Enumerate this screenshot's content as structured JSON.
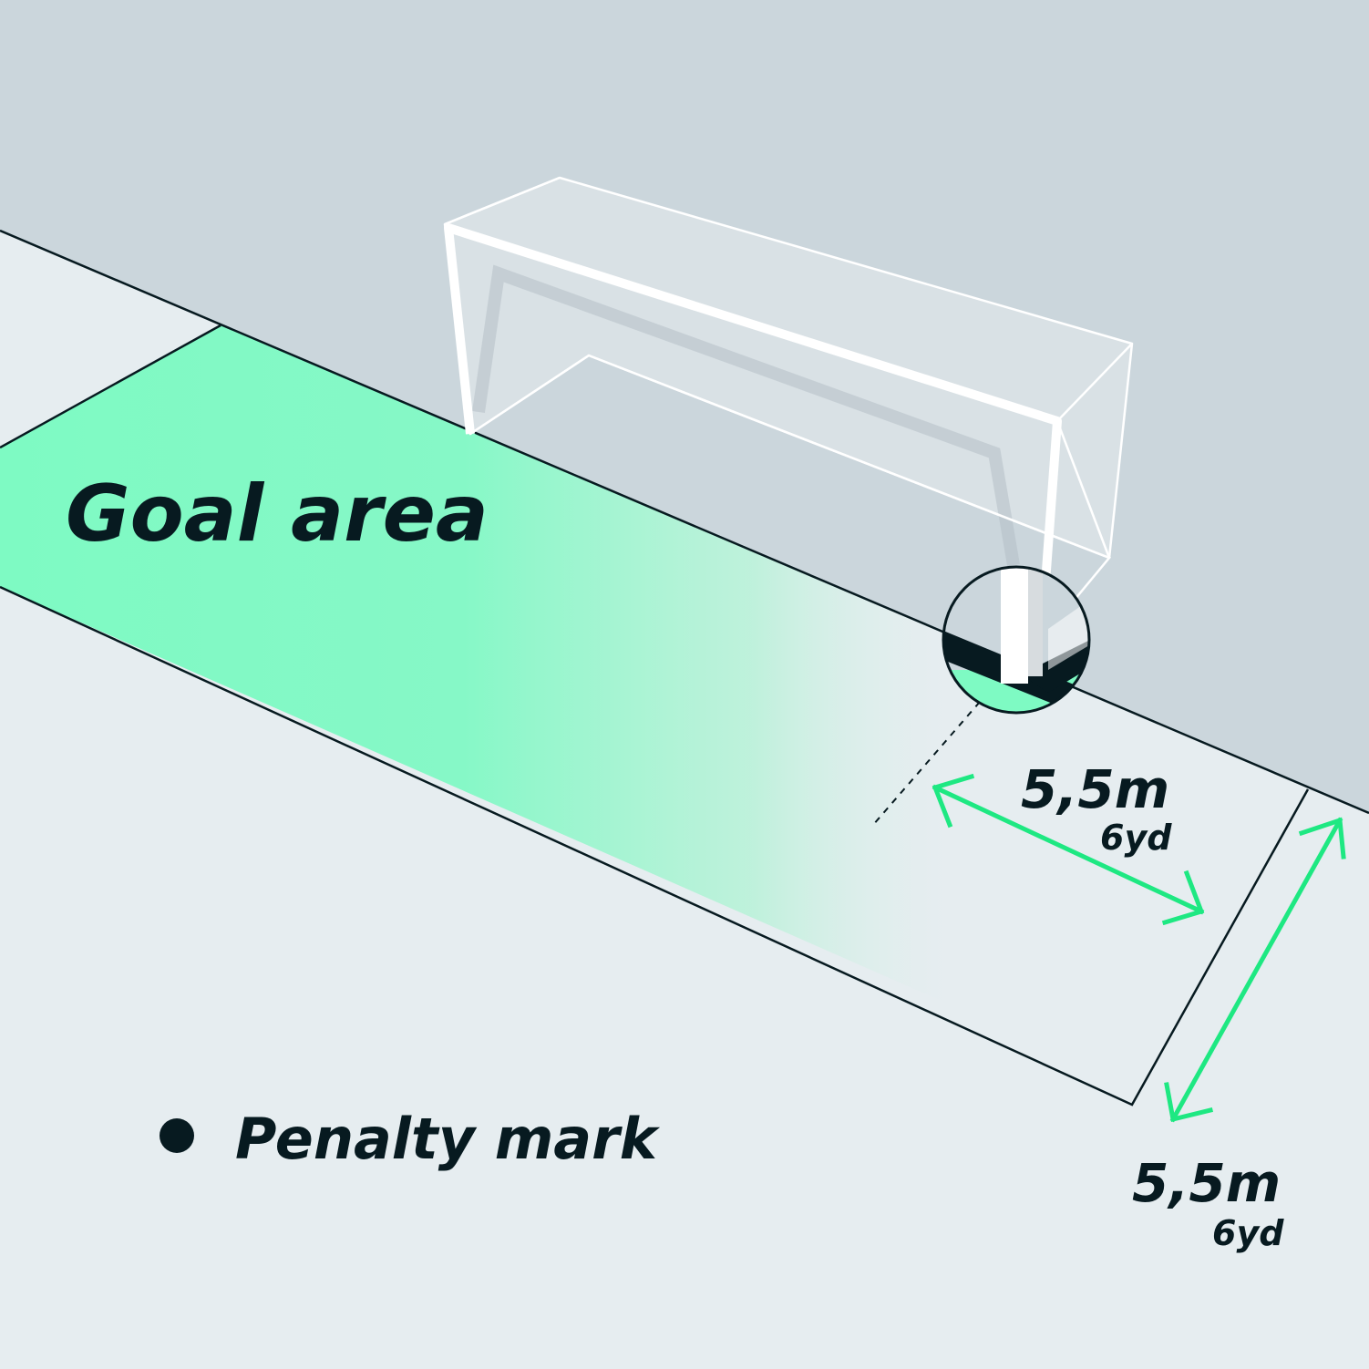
{
  "title": "Goal area",
  "legend": {
    "penalty_mark": "Penalty mark"
  },
  "dimensions": {
    "depth": {
      "metric": "5,5m",
      "imperial": "6yd"
    },
    "width_extension": {
      "metric": "5,5m",
      "imperial": "6yd"
    }
  },
  "colors": {
    "wall": "#cbd6dc",
    "field": "#e6edf0",
    "goal_area": "#7efac3",
    "arrow": "#1ee882",
    "line": "#071a20"
  }
}
